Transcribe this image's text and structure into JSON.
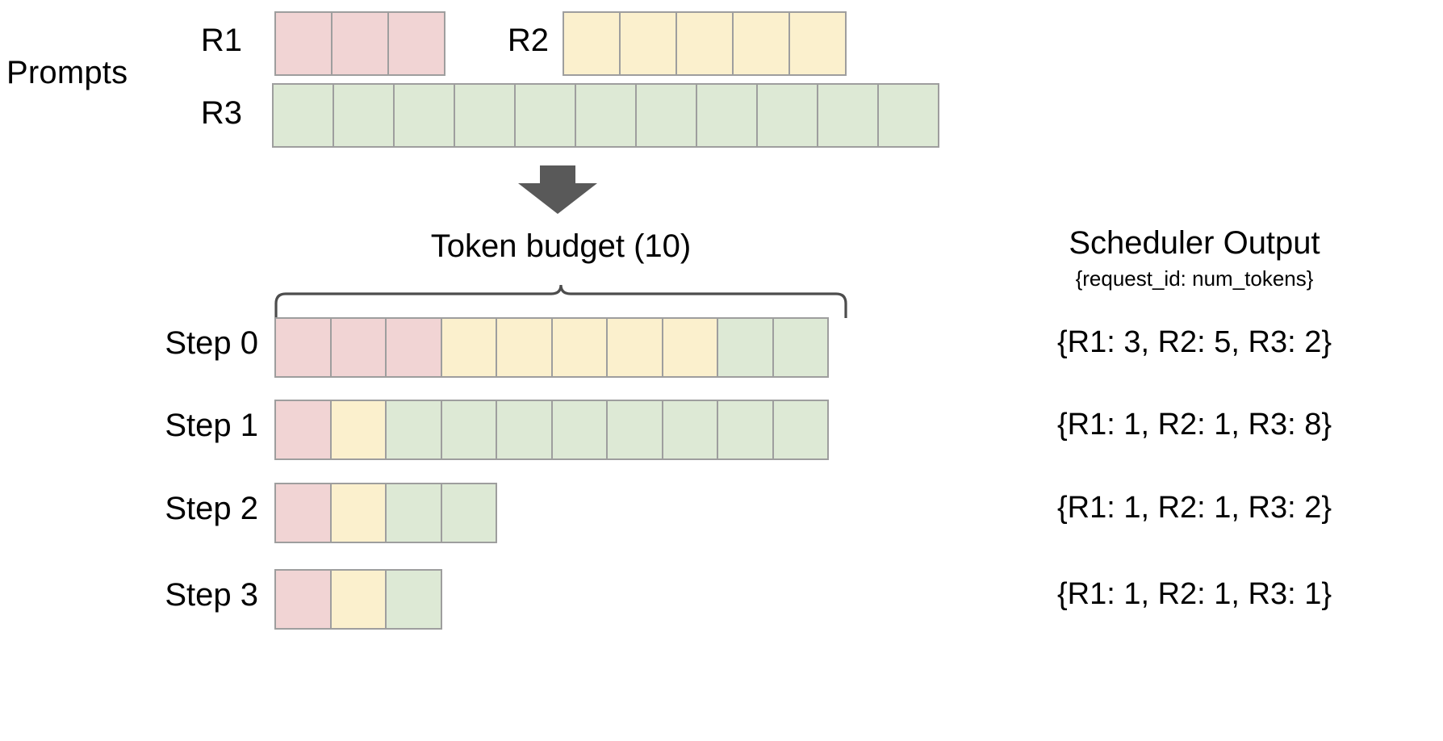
{
  "diagram": {
    "prompts": {
      "section_label": "Prompts",
      "requests": [
        {
          "id": "R1",
          "label": "R1",
          "num_tokens": 3,
          "color_key": "pink",
          "color": "#f1d4d4"
        },
        {
          "id": "R2",
          "label": "R2",
          "num_tokens": 5,
          "color_key": "yellow",
          "color": "#fbf0cd"
        },
        {
          "id": "R3",
          "label": "R3",
          "num_tokens": 11,
          "color_key": "green",
          "color": "#dde9d5"
        }
      ]
    },
    "arrow": {
      "icon": "down-arrow-icon",
      "color": "#595959"
    },
    "budget": {
      "label": "Token  budget (10)",
      "value": 10
    },
    "scheduler": {
      "title": "Scheduler Output",
      "subtitle": "{request_id: num_tokens}"
    },
    "steps": [
      {
        "label": "Step 0",
        "output": "{R1: 3, R2: 5, R3: 2}",
        "segments": [
          {
            "color_key": "pink",
            "count": 3
          },
          {
            "color_key": "yellow",
            "count": 5
          },
          {
            "color_key": "green",
            "count": 2
          }
        ]
      },
      {
        "label": "Step 1",
        "output": "{R1: 1, R2: 1, R3: 8}",
        "segments": [
          {
            "color_key": "pink",
            "count": 1
          },
          {
            "color_key": "yellow",
            "count": 1
          },
          {
            "color_key": "green",
            "count": 8
          }
        ]
      },
      {
        "label": "Step 2",
        "output": "{R1: 1, R2: 1, R3: 2}",
        "segments": [
          {
            "color_key": "pink",
            "count": 1
          },
          {
            "color_key": "yellow",
            "count": 1
          },
          {
            "color_key": "green",
            "count": 2
          }
        ]
      },
      {
        "label": "Step 3",
        "output": "{R1: 1, R2: 1, R3: 1}",
        "segments": [
          {
            "color_key": "pink",
            "count": 1
          },
          {
            "color_key": "yellow",
            "count": 1
          },
          {
            "color_key": "green",
            "count": 1
          }
        ]
      }
    ],
    "palette": {
      "pink": "#f1d4d4",
      "yellow": "#fbf0cd",
      "green": "#dde9d5",
      "cell_border": "#9e9e9e",
      "arrow": "#595959",
      "brace": "#4d4d4d",
      "text": "#000000",
      "background": "#ffffff"
    }
  }
}
